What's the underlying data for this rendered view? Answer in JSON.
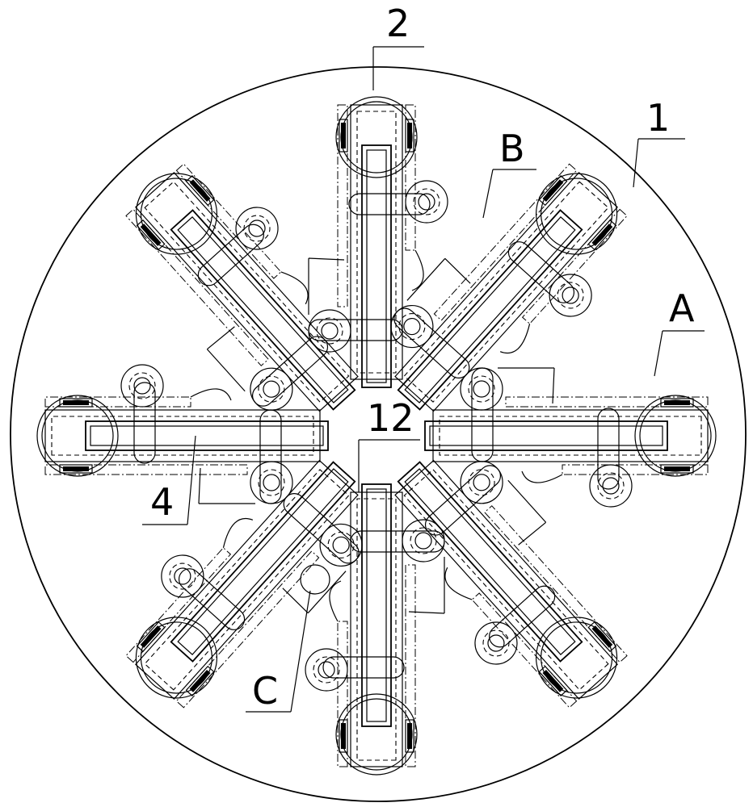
{
  "labels": {
    "base_plate": "1",
    "arm_top": "2",
    "detail_b": "B",
    "detail_a": "A",
    "center_arm": "12",
    "arm_left": "4",
    "detail_c": "C"
  }
}
